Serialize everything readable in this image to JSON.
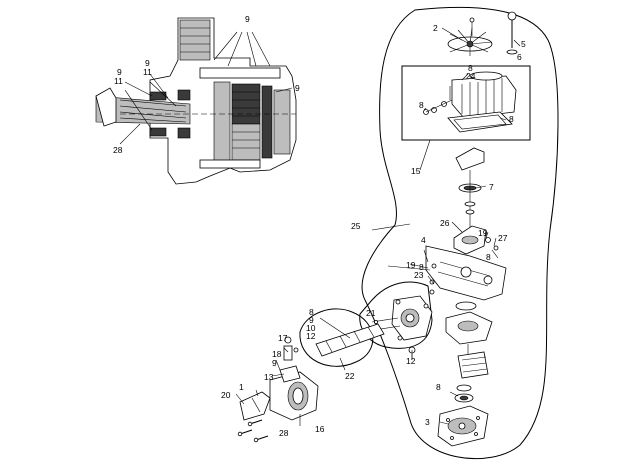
{
  "labels": {
    "n2": "2",
    "n9": "9",
    "n5": "5",
    "n6": "6",
    "n8": "8",
    "n24": "24",
    "n11": "11",
    "n28": "28",
    "n15": "15",
    "n7": "7",
    "n25": "25",
    "n26": "26",
    "n19": "19",
    "n27": "27",
    "n4": "4",
    "n23": "23",
    "n21": "21",
    "n10": "10",
    "n12": "12",
    "n17": "17",
    "n18": "18",
    "n13": "13",
    "n22": "22",
    "n1": "1",
    "n20": "20",
    "n16": "16",
    "n3": "3"
  },
  "colors": {
    "line": "#000000",
    "shade": "#bdbdbd",
    "dark": "#3a3a3a",
    "background": "#ffffff"
  }
}
